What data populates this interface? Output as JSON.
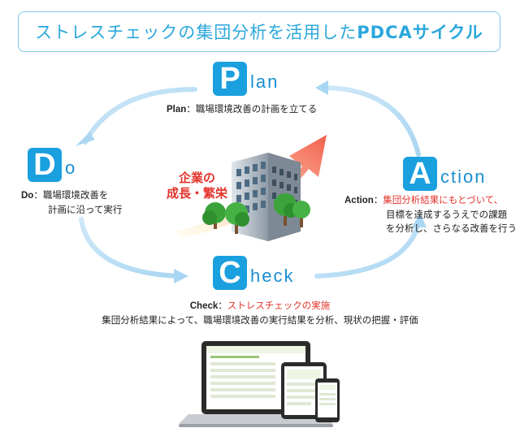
{
  "title": {
    "prefix": "ストレスチェックの集団分析を活用した",
    "bold": "PDCAサイクル"
  },
  "plan": {
    "letter": "P",
    "rest": "lan",
    "label": "Plan",
    "sep": "：",
    "text": "職場環境改善の計画を立てる"
  },
  "do": {
    "letter": "D",
    "rest": "o",
    "label": "Do",
    "sep": "：",
    "line1": "職場環境改善を",
    "line2": "計画に沿って実行"
  },
  "check": {
    "letter": "C",
    "rest": "heck",
    "label": "Check",
    "sep": "：",
    "highlight": "ストレスチェックの実施",
    "line2": "集団分析結果によって、職場環境改善の実行結果を分析、現状の把握・評価"
  },
  "action": {
    "letter": "A",
    "rest": "ction",
    "label": "Action",
    "sep": "：",
    "highlight": "集団分析結果にもとづいて、",
    "line2": "目標を達成するうえでの課題",
    "line3": "を分析し、さらなる改善を行う"
  },
  "growth": {
    "line1": "企業の",
    "line2": "成長・繁栄"
  },
  "colors": {
    "accent": "#1aa0df",
    "title": "#2ba7dc",
    "highlight": "#e3342c",
    "cycle_arrow": "#b9def5",
    "tree": "#3aa43a"
  },
  "icons": [
    "cycle-arrow",
    "growth-arrow",
    "office-building-icon",
    "tree-icon",
    "laptop-icon",
    "tablet-icon",
    "smartphone-icon"
  ]
}
